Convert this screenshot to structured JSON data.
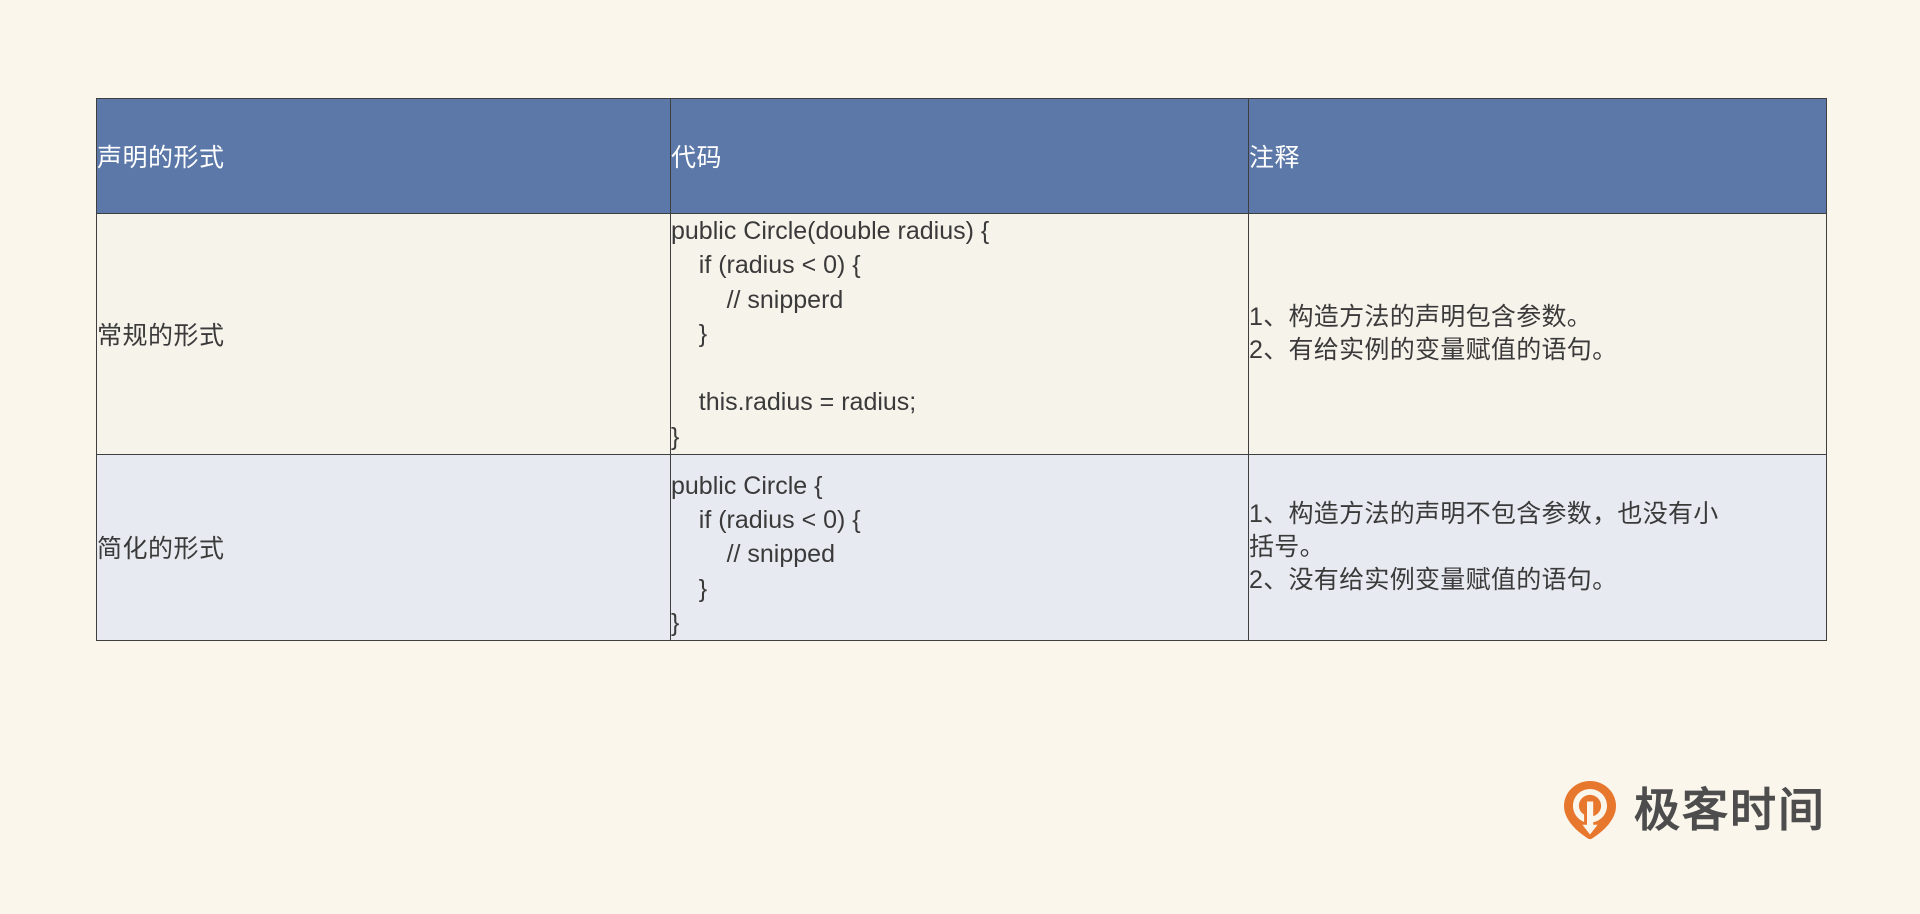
{
  "theme": {
    "page_background": "#faf6ec",
    "header_background": "#5b78a8",
    "header_text": "#ffffff",
    "row_normal_background": "#f6f3eb",
    "row_simple_background": "#e7eaf0",
    "border_color": "#3f3f3f",
    "body_text": "#3a3a3a",
    "logo_accent": "#e8772e"
  },
  "table": {
    "headers": [
      "声明的形式",
      "代码",
      "注释"
    ],
    "rows": [
      {
        "form": "常规的形式",
        "code": "public Circle(double radius) {\n    if (radius < 0) {\n        // snipperd\n    }\n\n    this.radius = radius;\n}",
        "notes": [
          "1、构造方法的声明包含参数。",
          "2、有给实例的变量赋值的语句。"
        ]
      },
      {
        "form": "简化的形式",
        "code": "public Circle {\n    if (radius < 0) {\n        // snipped\n    }\n}",
        "notes": [
          "1、构造方法的声明不包含参数，也没有小",
          "括号。",
          "2、没有给实例变量赋值的语句。"
        ]
      }
    ]
  },
  "logo": {
    "text": "极客时间"
  }
}
